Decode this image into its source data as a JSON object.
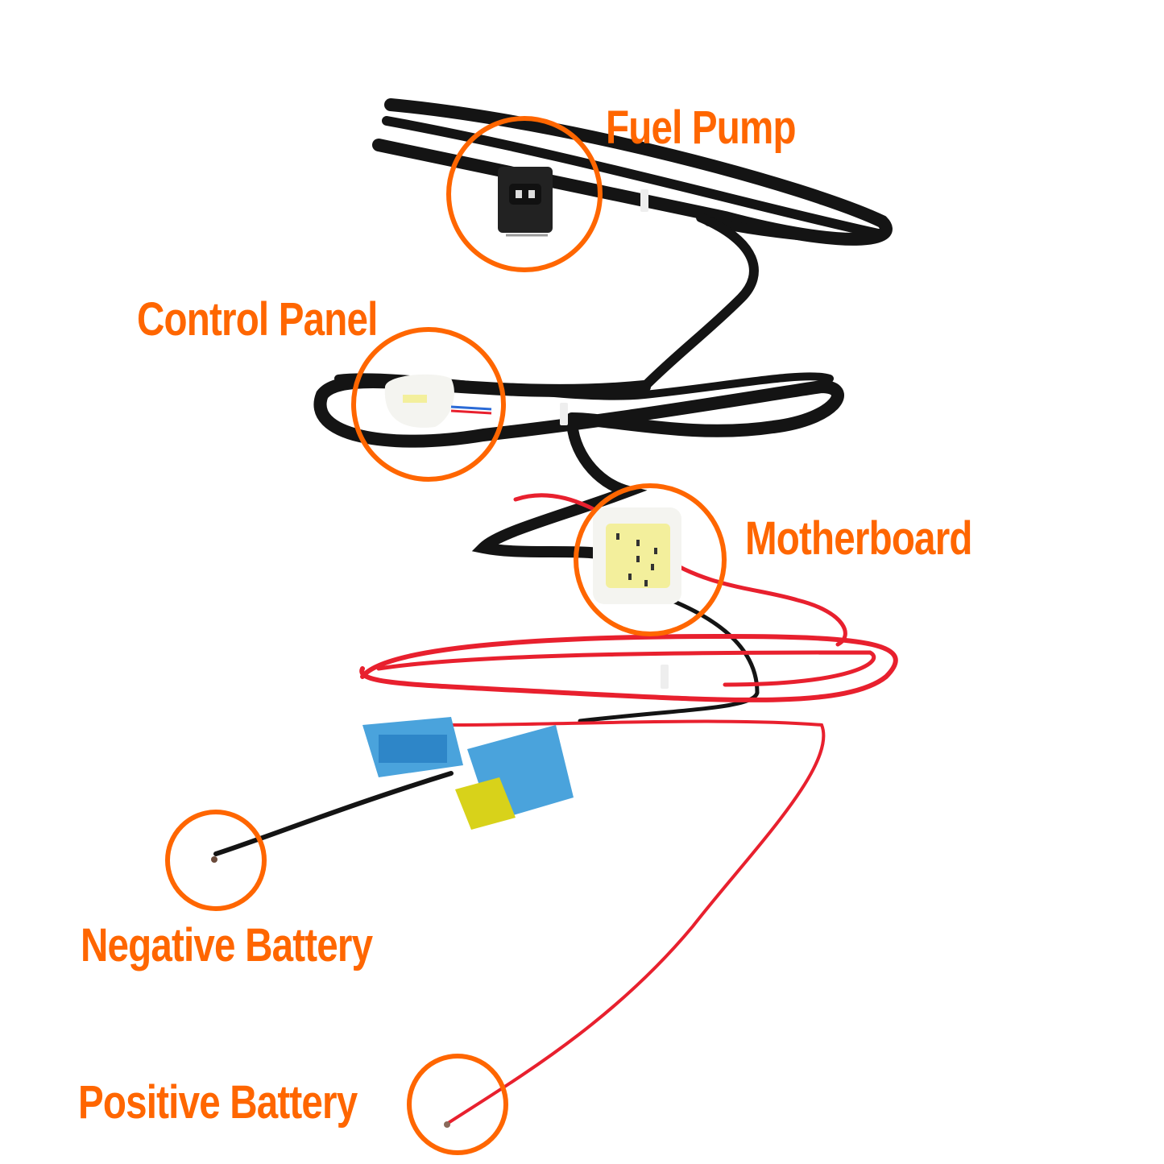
{
  "image": {
    "description": "Wiring harness with annotated connectors",
    "background": "#ffffff",
    "accent_color": "#ff6600"
  },
  "labels": {
    "fuel_pump": "Fuel Pump",
    "control_panel": "Control Panel",
    "motherboard": "Motherboard",
    "negative_battery": "Negative Battery",
    "positive_battery": "Positive Battery"
  },
  "colors": {
    "harness_black": "#141414",
    "wire_red": "#e8202e",
    "fuse_holder_blue": "#4aa3dc",
    "fuse_yellow": "#d8d21a",
    "connector_white": "#f4f4f0",
    "connector_yellow": "#f3ef9c"
  }
}
